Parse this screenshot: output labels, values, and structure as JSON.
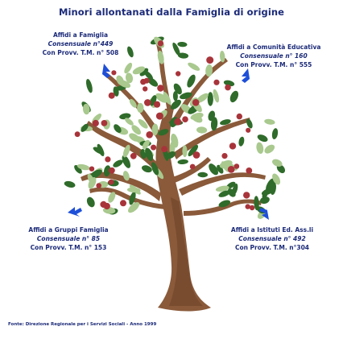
{
  "title": "Minori allontanati dalla Famiglia di origine",
  "branches": {
    "top_left": {
      "name": "Affidi a Famiglia",
      "consensuale": "Consensuale n°449",
      "provv": "Con Provv. T.M. n° 508"
    },
    "top_right": {
      "name": "Affidi a Comunità Educativa",
      "consensuale": "Consensuale n° 160",
      "provv": "Con Provv. T.M. n° 555"
    },
    "bottom_left": {
      "name": "Affidi a Gruppi Famiglia",
      "consensuale": "Consensuale n° 85",
      "provv": "Con Provv. T.M. n° 153"
    },
    "bottom_right": {
      "name": "Affidi a Istituti Ed. Ass.li",
      "consensuale": "Consensuale n° 492",
      "provv": "Con Provv. T.M. n°304"
    }
  },
  "source": "Fonte: Direzione Regionale per i Servizi Sociali - Anno 1999",
  "colors": {
    "text": "#1b2a78",
    "arrow": "#1e4fd8",
    "trunk": "#8a5a3a",
    "trunk_shade": "#6e4329",
    "leaf_dark": "#2f6b2a",
    "leaf_light": "#a9c98f",
    "fruit": "#a8343a"
  },
  "icons": [
    "arrow-up-left-icon",
    "arrow-up-right-icon",
    "arrow-down-left-icon",
    "arrow-down-right-icon",
    "tree-illustration"
  ]
}
